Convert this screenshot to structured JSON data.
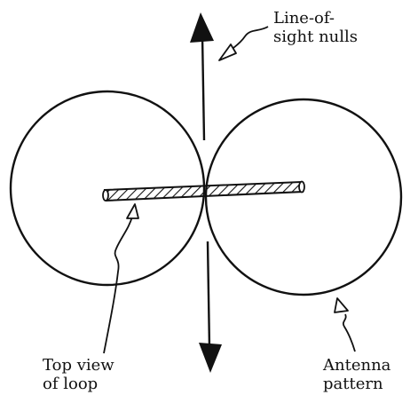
{
  "labels": {
    "line_of_sight_nulls": {
      "line1": "Line-of-",
      "line2": "sight nulls"
    },
    "top_view_of_loop": {
      "line1": "Top view",
      "line2": "of loop"
    },
    "antenna_pattern": {
      "line1": "Antenna",
      "line2": "pattern"
    }
  },
  "colors": {
    "ink": "#111111",
    "background": "#ffffff"
  }
}
